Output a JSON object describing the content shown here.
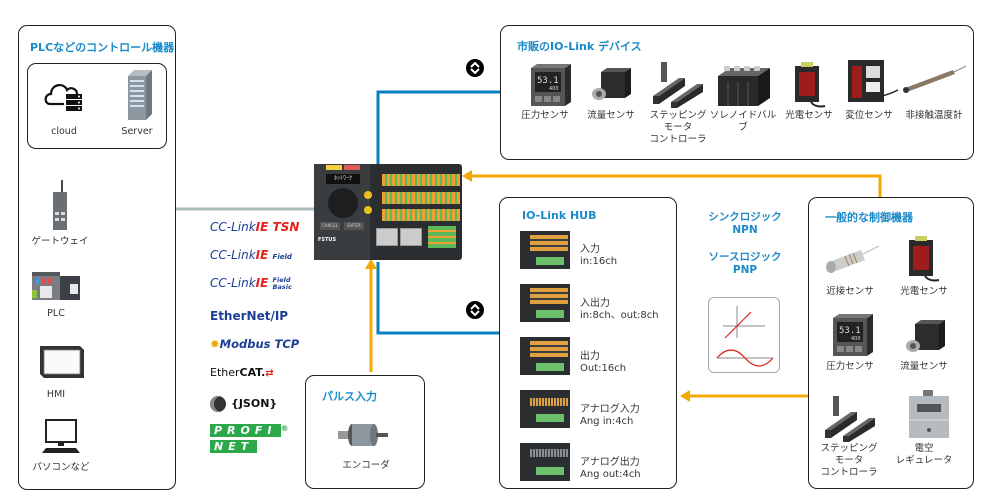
{
  "control_group": {
    "title": "PLCなどのコントロール機器",
    "cloud_label": "cloud",
    "server_label": "Server",
    "gateway_label": "ゲートウェイ",
    "plc_label": "PLC",
    "hmi_label": "HMI",
    "pc_label": "パソコンなど"
  },
  "protocols": [
    {
      "name": "CC-Link IE TSN",
      "part1": "CC-Link",
      "part2": "IE TSN"
    },
    {
      "name": "CC-Link IE Field",
      "part1": "CC-Link",
      "part2": "IE",
      "sub": "Field"
    },
    {
      "name": "CC-Link IE Field Basic",
      "part1": "CC-Link",
      "part2": "IE",
      "sub": "Field",
      "sub2": "Basic"
    },
    {
      "name": "EtherNet/IP",
      "text": "EtherNet/IP"
    },
    {
      "name": "Modbus TCP",
      "text": "Modbus TCP"
    },
    {
      "name": "EtherCAT",
      "part1": "Ether",
      "part2": "CAT."
    },
    {
      "name": "JSON",
      "text": "{JSON}"
    },
    {
      "name": "PROFINET",
      "row1": "PROFI",
      "row2": "NET",
      "mark": "®"
    }
  ],
  "device": {
    "brand": "FSTUS",
    "buttons": [
      "CANCEL",
      "ENTER"
    ],
    "display_text": "ﾈｯﾄﾜｰｸ"
  },
  "commercial_devices": {
    "title": "市販のIO-Link デバイス",
    "items": [
      {
        "label": "圧力センサ",
        "icon": "pressure-sensor",
        "readout": "53.1",
        "sub": "400"
      },
      {
        "label": "流量センサ",
        "icon": "flow-sensor"
      },
      {
        "label": "ステッピング\nモータ\nコントローラ",
        "icon": "stepping-motor-controller"
      },
      {
        "label": "ソレノイドバルブ",
        "icon": "solenoid-valve"
      },
      {
        "label": "光電センサ",
        "icon": "photoelectric-sensor"
      },
      {
        "label": "変位センサ",
        "icon": "displacement-sensor"
      },
      {
        "label": "非接触温度計",
        "icon": "noncontact-thermometer"
      }
    ]
  },
  "iolink_hub": {
    "title": "IO-Link HUB",
    "items": [
      {
        "label": "入力\nin:16ch"
      },
      {
        "label": "入出力\nin:8ch、out:8ch"
      },
      {
        "label": "出力\nOut:16ch"
      },
      {
        "label": "アナログ入力\nAng in:4ch"
      },
      {
        "label": "アナログ出力\nAng out:4ch"
      }
    ]
  },
  "logic": {
    "sink": "シンクロジック",
    "npn": "NPN",
    "source": "ソースロジック",
    "pnp": "PNP"
  },
  "general_devices": {
    "title": "一般的な制御機器",
    "items": [
      {
        "label": "近接センサ",
        "icon": "proximity-sensor"
      },
      {
        "label": "光電センサ",
        "icon": "photoelectric-sensor"
      },
      {
        "label": "圧力センサ",
        "icon": "pressure-sensor",
        "readout": "53.1",
        "sub": "400"
      },
      {
        "label": "流量センサ",
        "icon": "flow-sensor"
      },
      {
        "label": "ステッピング\nモータ\nコントローラ",
        "icon": "stepping-motor-controller"
      },
      {
        "label": "電空\nレギュレータ",
        "icon": "electro-pneumatic-regulator"
      }
    ]
  },
  "pulse_input": {
    "title": "パルス入力",
    "label": "エンコーダ"
  },
  "colors": {
    "title_blue": "#1a8ac8",
    "link_blue": "#0a7fbf",
    "network_gray": "#a9bcbc",
    "arrow_orange": "#f5a800",
    "cc_link_blue": "#1c3f94",
    "cc_link_red": "#e2231a",
    "profinet_green": "#2aa84a"
  }
}
